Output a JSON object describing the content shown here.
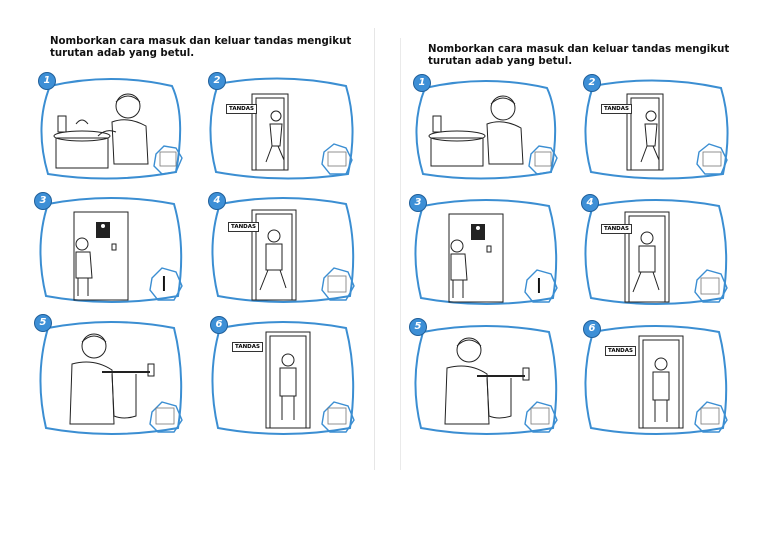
{
  "worksheet": {
    "instruction": "Nomborkan cara masuk dan keluar tandas mengikut turutan adab yang betul.",
    "panels": [
      {
        "number": "1",
        "scene": "washing-hands"
      },
      {
        "number": "2",
        "scene": "walking-out-door",
        "sign": "TANDAS"
      },
      {
        "number": "3",
        "scene": "standing-at-toilet-door"
      },
      {
        "number": "4",
        "scene": "walking-in-door",
        "sign": "TANDAS"
      },
      {
        "number": "5",
        "scene": "drying-hands"
      },
      {
        "number": "6",
        "scene": "standing-at-door",
        "sign": "TANDAS"
      }
    ],
    "answers": {
      "3": "I"
    }
  },
  "colors": {
    "panel_border": "#3b8ed2",
    "number_badge": "#3d8fd6",
    "line_art": "#222222"
  }
}
